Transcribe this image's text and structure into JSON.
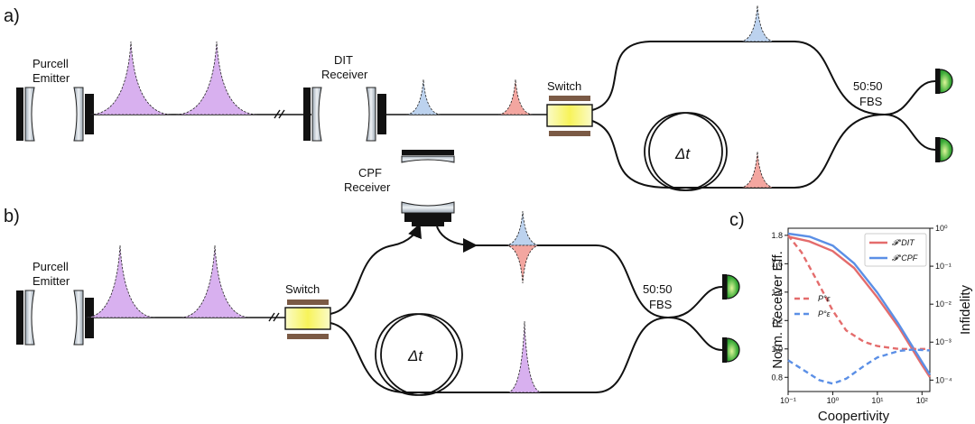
{
  "panels": {
    "a": "a)",
    "b": "b)",
    "c": "c)"
  },
  "labels": {
    "purcell_line1": "Purcell",
    "purcell_line2": "Emitter",
    "dit_line1": "DIT",
    "dit_line2": "Receiver",
    "cpf_line1": "CPF",
    "cpf_line2": "Receiver",
    "switch": "Switch",
    "fbs_line1": "50:50",
    "fbs_line2": "FBS",
    "delay": "Δt"
  },
  "colors": {
    "purple": "#d8b0ef",
    "blue": "#bcd2ee",
    "red": "#f3a6a0",
    "switch_yellow": "#f7f35a",
    "switch_bar": "#7b5a45",
    "detector_green": "#3fae3a",
    "dit_line": "#e46c6c",
    "cpf_line": "#5b8fe6"
  },
  "chart_data": {
    "type": "line",
    "xlabel": "Coopertivity",
    "ylabel_left": "Norm. Receiver Eff.",
    "ylabel_right": "Infidelity",
    "x_scale": "log",
    "xlim": [
      0.1,
      150
    ],
    "ylim_left": [
      0.7,
      1.85
    ],
    "ylim_right": [
      5e-05,
      1
    ],
    "x_ticks": [
      "10⁻¹",
      "10⁰",
      "10¹",
      "10²"
    ],
    "y_ticks_left": [
      "0.8",
      "1.0",
      "1.2",
      "1.4",
      "1.6",
      "1.8"
    ],
    "y_ticks_right": [
      "10⁻⁴",
      "10⁻³",
      "10⁻²",
      "10⁻¹",
      "10⁰"
    ],
    "legend_top": [
      "𝓕°DIT",
      "𝓕°CPF"
    ],
    "legend_bottom": [
      "P°ε",
      "P°ε"
    ],
    "legend_placement": "top-right / center-left",
    "series": [
      {
        "name": "𝓕°DIT",
        "axis": "right",
        "style": "solid",
        "color": "#e46c6c",
        "x": [
          0.1,
          0.3,
          1,
          3,
          10,
          30,
          100,
          150
        ],
        "y": [
          0.6,
          0.45,
          0.25,
          0.09,
          0.015,
          0.0025,
          0.00025,
          0.00012
        ]
      },
      {
        "name": "𝓕°CPF",
        "axis": "right",
        "style": "solid",
        "color": "#5b8fe6",
        "x": [
          0.1,
          0.3,
          1,
          3,
          10,
          30,
          100,
          150
        ],
        "y": [
          0.72,
          0.6,
          0.35,
          0.12,
          0.02,
          0.003,
          0.0003,
          0.00014
        ]
      },
      {
        "name": "P°ε",
        "axis": "left",
        "style": "dashed",
        "color": "#e46c6c",
        "x": [
          0.1,
          0.2,
          0.5,
          1,
          2,
          5,
          10,
          30,
          100,
          150
        ],
        "y": [
          1.8,
          1.68,
          1.45,
          1.27,
          1.13,
          1.05,
          1.02,
          1.0,
          1.0,
          1.0
        ]
      },
      {
        "name": "P°ε",
        "axis": "left",
        "style": "dashed",
        "color": "#5b8fe6",
        "x": [
          0.1,
          0.2,
          0.5,
          1,
          2,
          5,
          10,
          30,
          60,
          150
        ],
        "y": [
          0.92,
          0.86,
          0.78,
          0.755,
          0.79,
          0.88,
          0.94,
          0.985,
          0.995,
          0.99
        ]
      }
    ]
  }
}
